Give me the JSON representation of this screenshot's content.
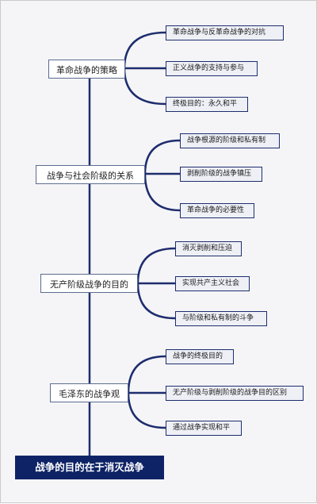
{
  "diagram": {
    "root": {
      "label": "战争的目的在于消灭战争"
    },
    "branches": [
      {
        "label": "革命战争的策略",
        "children": [
          "革命战争与反革命战争的对抗",
          "正义战争的支持与参与",
          "终极目的：永久和平"
        ]
      },
      {
        "label": "战争与社会阶级的关系",
        "children": [
          "战争根源的阶级和私有制",
          "剥削阶级的战争镇压",
          "革命战争的必要性"
        ]
      },
      {
        "label": "无产阶级战争的目的",
        "children": [
          "消灭剥削和压迫",
          "实现共产主义社会",
          "与阶级和私有制的斗争"
        ]
      },
      {
        "label": "毛泽东的战争观",
        "children": [
          "战争的终极目的",
          "无产阶级与剥削阶级的战争目的区别",
          "通过战争实现和平"
        ]
      }
    ]
  },
  "colors": {
    "line": "#1e2d6e",
    "root_fill": "#0e2366",
    "leaf_fill": "#eef0f6"
  }
}
